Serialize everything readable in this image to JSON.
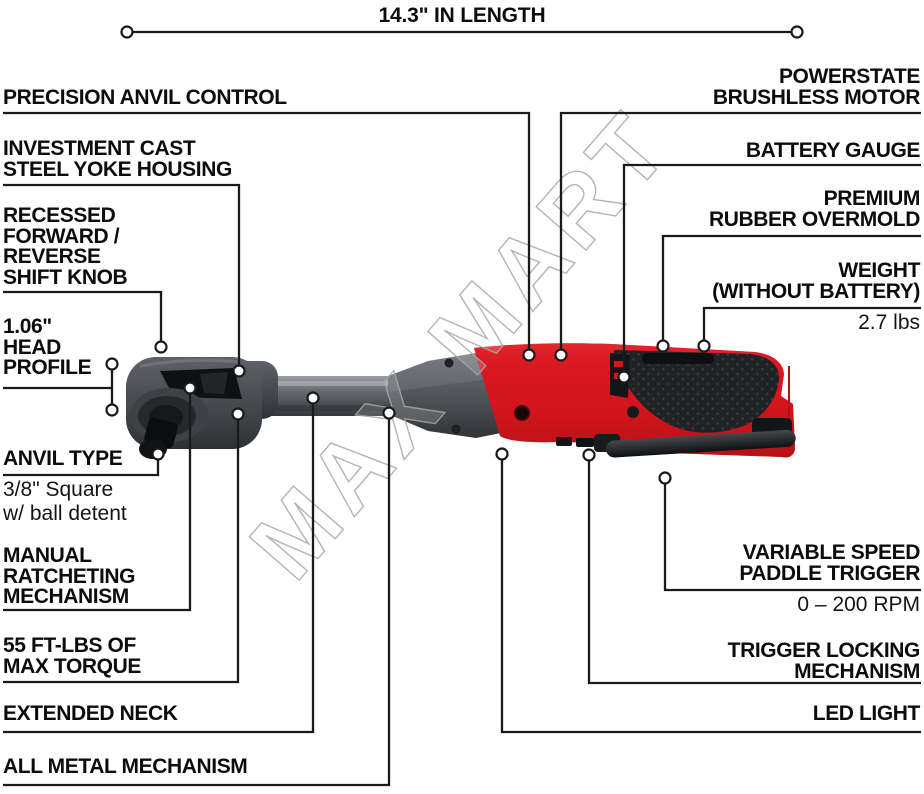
{
  "title": {
    "dimension_label": "14.3\" IN LENGTH"
  },
  "watermark": {
    "text": "MAX MART"
  },
  "colors": {
    "red": "#d6161e",
    "overmold_black": "#212226",
    "metal_gray": "#54575c",
    "line": "#1a1a1a"
  },
  "left_labels": [
    {
      "title": "PRECISION ANVIL CONTROL"
    },
    {
      "title": "INVESTMENT CAST\nSTEEL YOKE HOUSING"
    },
    {
      "title": "RECESSED\nFORWARD /\nREVERSE\nSHIFT KNOB"
    },
    {
      "title": "1.06\"\nHEAD\nPROFILE"
    },
    {
      "title": "ANVIL TYPE",
      "sub": "3/8\" Square\nw/ ball detent"
    },
    {
      "title": "MANUAL\nRATCHETING\nMECHANISM"
    },
    {
      "title": "55 FT-LBS OF\nMAX TORQUE"
    },
    {
      "title": "EXTENDED NECK"
    },
    {
      "title": "ALL METAL MECHANISM"
    }
  ],
  "right_labels": [
    {
      "title": "POWERSTATE\nBRUSHLESS MOTOR"
    },
    {
      "title": "BATTERY GAUGE"
    },
    {
      "title": "PREMIUM\nRUBBER OVERMOLD"
    },
    {
      "title": "WEIGHT\n(WITHOUT BATTERY)",
      "sub": "2.7 lbs"
    },
    {
      "title": "VARIABLE SPEED\nPADDLE TRIGGER",
      "sub": "0 – 200 RPM"
    },
    {
      "title": "TRIGGER LOCKING\nMECHANISM"
    },
    {
      "title": "LED LIGHT"
    }
  ]
}
